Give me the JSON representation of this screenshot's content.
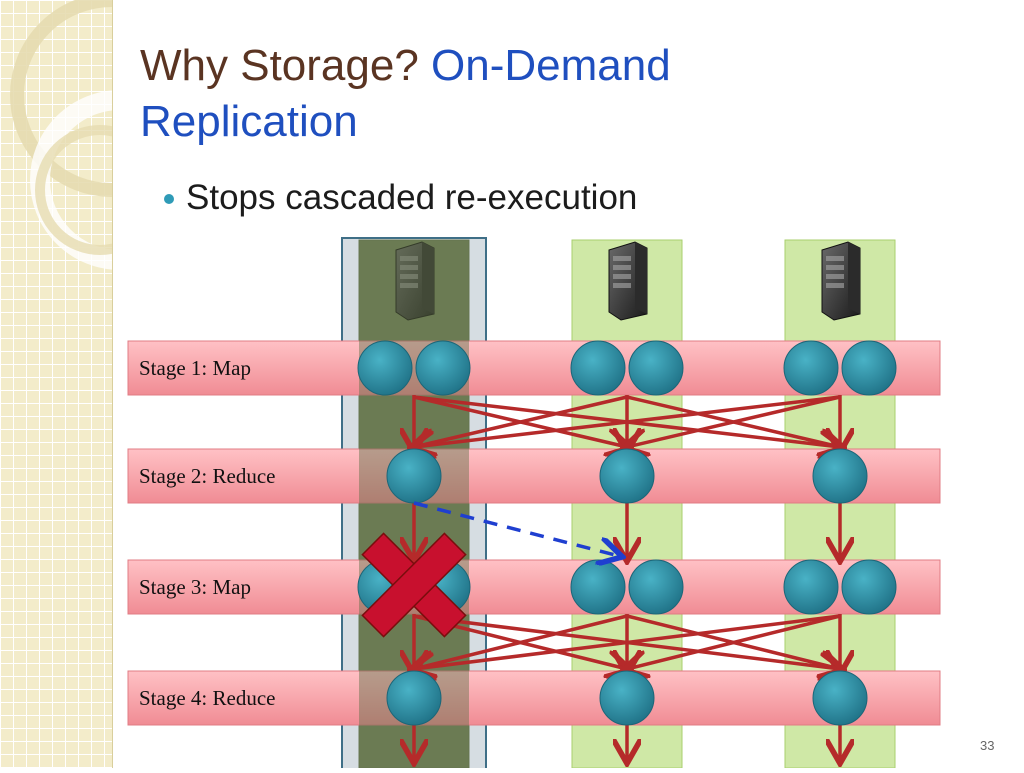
{
  "slide": {
    "title_main": "Why Storage?",
    "title_accent": "On-Demand Replication",
    "bullet": "Stops cascaded re-execution",
    "page_number": "33"
  },
  "stages": [
    {
      "label": "Stage 1: Map",
      "tasks_per_node": 2
    },
    {
      "label": "Stage 2: Reduce",
      "tasks_per_node": 1
    },
    {
      "label": "Stage 3: Map",
      "tasks_per_node": 2
    },
    {
      "label": "Stage 4: Reduce",
      "tasks_per_node": 1
    }
  ],
  "nodes": [
    {
      "id": "node-1",
      "status": "failed"
    },
    {
      "id": "node-2",
      "status": "ok"
    },
    {
      "id": "node-3",
      "status": "ok"
    }
  ],
  "colors": {
    "title_main": "#5a3422",
    "title_accent": "#1f4fbf",
    "stage_band": "#f8a5ab",
    "node_column_ok": "#cfe8a6",
    "node_column_failed": "#7f8a4e",
    "task_circle": "#2d8da3",
    "arrow": "#b52a2a",
    "failure_x": "#c8102e",
    "replication_arrow": "#1f3fd0"
  }
}
